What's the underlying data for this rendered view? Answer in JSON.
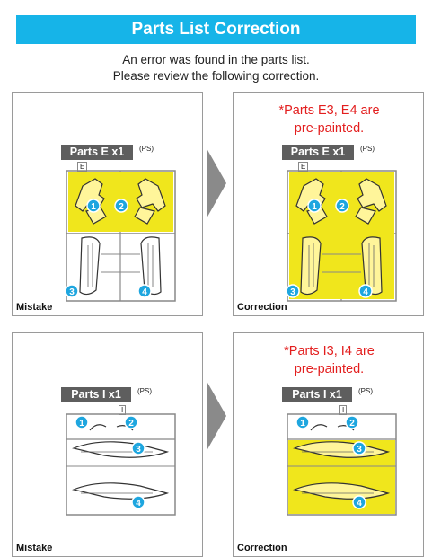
{
  "header": {
    "title": "Parts List Correction"
  },
  "intro": {
    "line1": "An error was found in the parts list.",
    "line2": "Please review the following correction."
  },
  "sections": [
    {
      "mistake": {
        "tag": "Parts E x1",
        "ps": "(PS)",
        "runner_letter": "E",
        "label": "Mistake",
        "numbers": [
          "1",
          "2",
          "3",
          "4"
        ]
      },
      "correction": {
        "note_line1": "*Parts E3, E4 are",
        "note_line2": "pre-painted.",
        "tag": "Parts E x1",
        "ps": "(PS)",
        "runner_letter": "E",
        "label": "Correction",
        "numbers": [
          "1",
          "2",
          "3",
          "4"
        ]
      }
    },
    {
      "mistake": {
        "tag": "Parts I x1",
        "ps": "(PS)",
        "runner_letter": "I",
        "label": "Mistake",
        "numbers": [
          "1",
          "2",
          "3",
          "4"
        ]
      },
      "correction": {
        "note_line1": "*Parts I3, I4 are",
        "note_line2": "pre-painted.",
        "tag": "Parts I x1",
        "ps": "(PS)",
        "runner_letter": "I",
        "label": "Correction",
        "numbers": [
          "1",
          "2",
          "3",
          "4"
        ]
      }
    }
  ],
  "colors": {
    "banner": "#16b4e8",
    "note_red": "#e31e1e",
    "highlight_yellow": "#f0e61c",
    "badge_blue": "#1ea6df",
    "tag_gray": "#5e5e5e",
    "arrow_gray": "#8a8a8a"
  }
}
